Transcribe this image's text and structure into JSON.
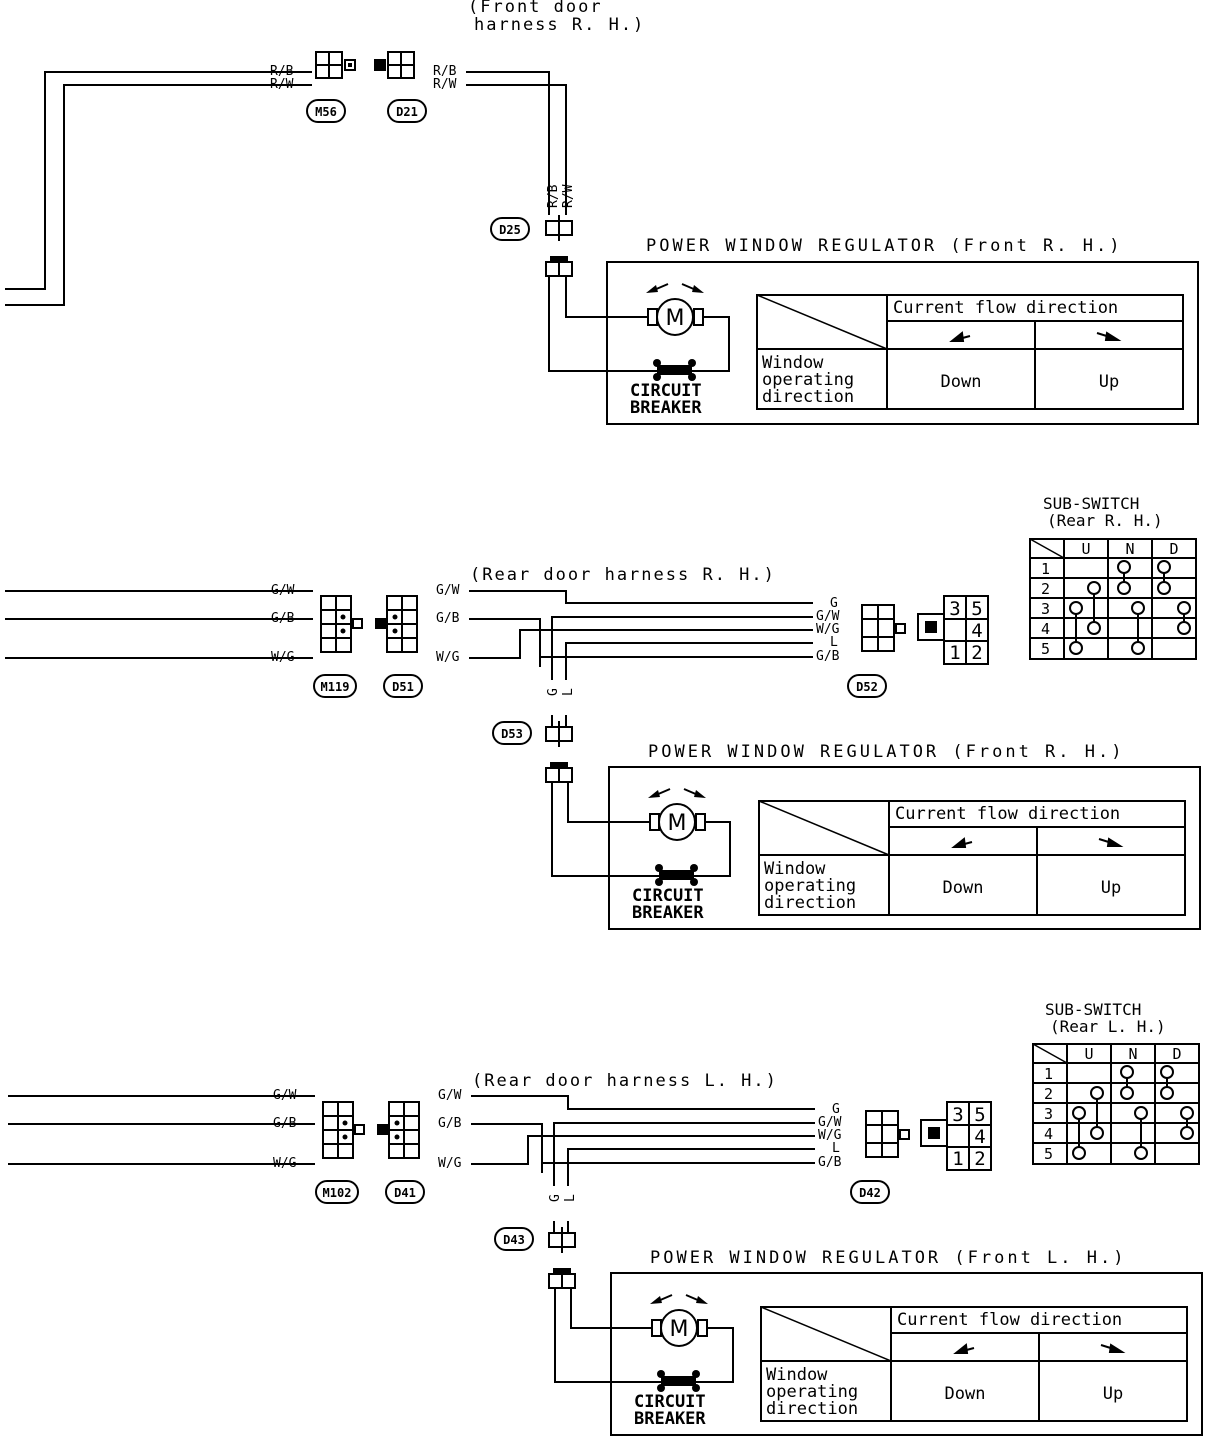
{
  "sections": [
    {
      "harness": "(Front door\nharness R. H.)",
      "wires_left": [
        "R/B",
        "R/W"
      ],
      "wires_right": [
        "R/B",
        "R/W"
      ],
      "wires_vertical": [
        "R/B",
        "R/W"
      ],
      "connectors": {
        "left": "M56",
        "right": "D21",
        "motor": "D25"
      },
      "regulator": {
        "title": "POWER WINDOW REGULATOR (Front R. H.)",
        "circuit_breaker": [
          "CIRCUIT",
          "BREAKER"
        ],
        "table": {
          "header": "Current flow direction",
          "row_label": [
            "Window",
            "operating",
            "direction"
          ],
          "values": [
            "Down",
            "Up"
          ]
        }
      }
    },
    {
      "harness": "(Rear door harness R. H.)",
      "wires_left": [
        "G/W",
        "G/B",
        "W/G"
      ],
      "wires_right": [
        "G/W",
        "G/B",
        "W/G"
      ],
      "wires_switch": [
        "G",
        "G/W",
        "W/G",
        "L",
        "G/B"
      ],
      "wires_vertical": [
        "G",
        "L"
      ],
      "connectors": {
        "left": "M119",
        "right": "D51",
        "switch": "D52",
        "motor": "D53"
      },
      "switch_pins": [
        "3",
        "5",
        "4",
        "1",
        "2"
      ],
      "sub_switch": {
        "title": [
          "SUB-SWITCH",
          "(Rear R. H.)"
        ],
        "columns": [
          "U",
          "N",
          "D"
        ],
        "rows": [
          "1",
          "2",
          "3",
          "4",
          "5"
        ]
      },
      "regulator": {
        "title": "POWER WINDOW REGULATOR (Front R. H.)",
        "circuit_breaker": [
          "CIRCUIT",
          "BREAKER"
        ],
        "table": {
          "header": "Current flow direction",
          "row_label": [
            "Window",
            "operating",
            "direction"
          ],
          "values": [
            "Down",
            "Up"
          ]
        }
      }
    },
    {
      "harness": "(Rear door harness L. H.)",
      "wires_left": [
        "G/W",
        "G/B",
        "W/G"
      ],
      "wires_right": [
        "G/W",
        "G/B",
        "W/G"
      ],
      "wires_switch": [
        "G",
        "G/W",
        "W/G",
        "L",
        "G/B"
      ],
      "wires_vertical": [
        "G",
        "L"
      ],
      "connectors": {
        "left": "M102",
        "right": "D41",
        "switch": "D42",
        "motor": "D43"
      },
      "switch_pins": [
        "3",
        "5",
        "4",
        "1",
        "2"
      ],
      "sub_switch": {
        "title": [
          "SUB-SWITCH",
          "(Rear L. H.)"
        ],
        "columns": [
          "U",
          "N",
          "D"
        ],
        "rows": [
          "1",
          "2",
          "3",
          "4",
          "5"
        ]
      },
      "regulator": {
        "title": "POWER WINDOW REGULATOR (Front L. H.)",
        "circuit_breaker": [
          "CIRCUIT",
          "BREAKER"
        ],
        "table": {
          "header": "Current flow direction",
          "row_label": [
            "Window",
            "operating",
            "direction"
          ],
          "values": [
            "Down",
            "Up"
          ]
        }
      }
    }
  ]
}
